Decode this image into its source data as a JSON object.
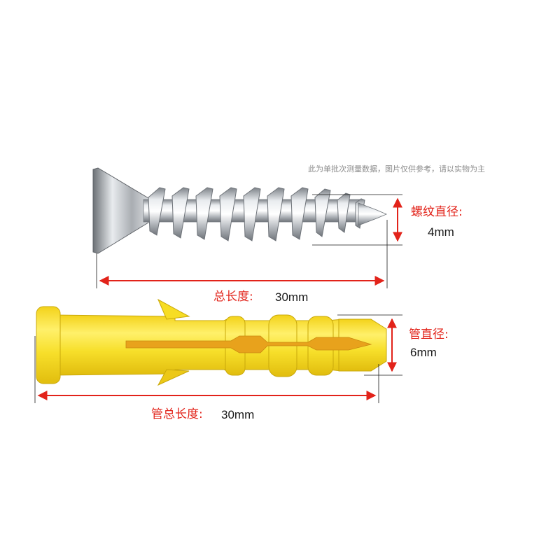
{
  "note": "此为单批次测量数据，图片仅供参考，请以实物为主",
  "screw": {
    "thread_diameter_label": "螺纹直径:",
    "thread_diameter_value": "4mm",
    "total_length_label": "总长度:",
    "total_length_value": "30mm"
  },
  "anchor": {
    "tube_diameter_label": "管直径:",
    "tube_diameter_value": "6mm",
    "tube_length_label": "管总长度:",
    "tube_length_value": "30mm"
  },
  "colors": {
    "dimension_line": "#e2231a",
    "anchor_yellow": "#f5dc1e",
    "anchor_slot": "#e8a21c",
    "screw_steel": "#c9ccd0"
  }
}
